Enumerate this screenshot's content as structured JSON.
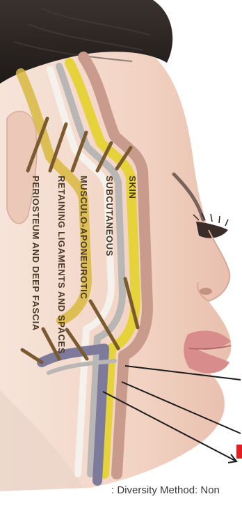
{
  "layers": [
    {
      "id": "skin",
      "label": "SKIN"
    },
    {
      "id": "subcutaneous",
      "label": "SUBCUTANEOUS"
    },
    {
      "id": "musculo",
      "label": "MUSCULO-APONEUROTIC"
    },
    {
      "id": "retaining",
      "label": "RETAINING LIGAMENTS AND SPACES"
    },
    {
      "id": "periosteum",
      "label": "PERIOSTEUM AND DEEP FASCIA"
    }
  ],
  "footer_text": ": Diversity Method: Non",
  "colors": {
    "skin_tone": "#f2d6c6",
    "hair": "#2b2522",
    "lips": "#d98c8c",
    "layer_pink": "#c99b8c",
    "layer_yellow": "#e6d23a",
    "layer_gray": "#b9b6b6",
    "layer_purple": "#7d7a9c",
    "leader": "#7a5a2e",
    "red_mark": "#e02020"
  }
}
